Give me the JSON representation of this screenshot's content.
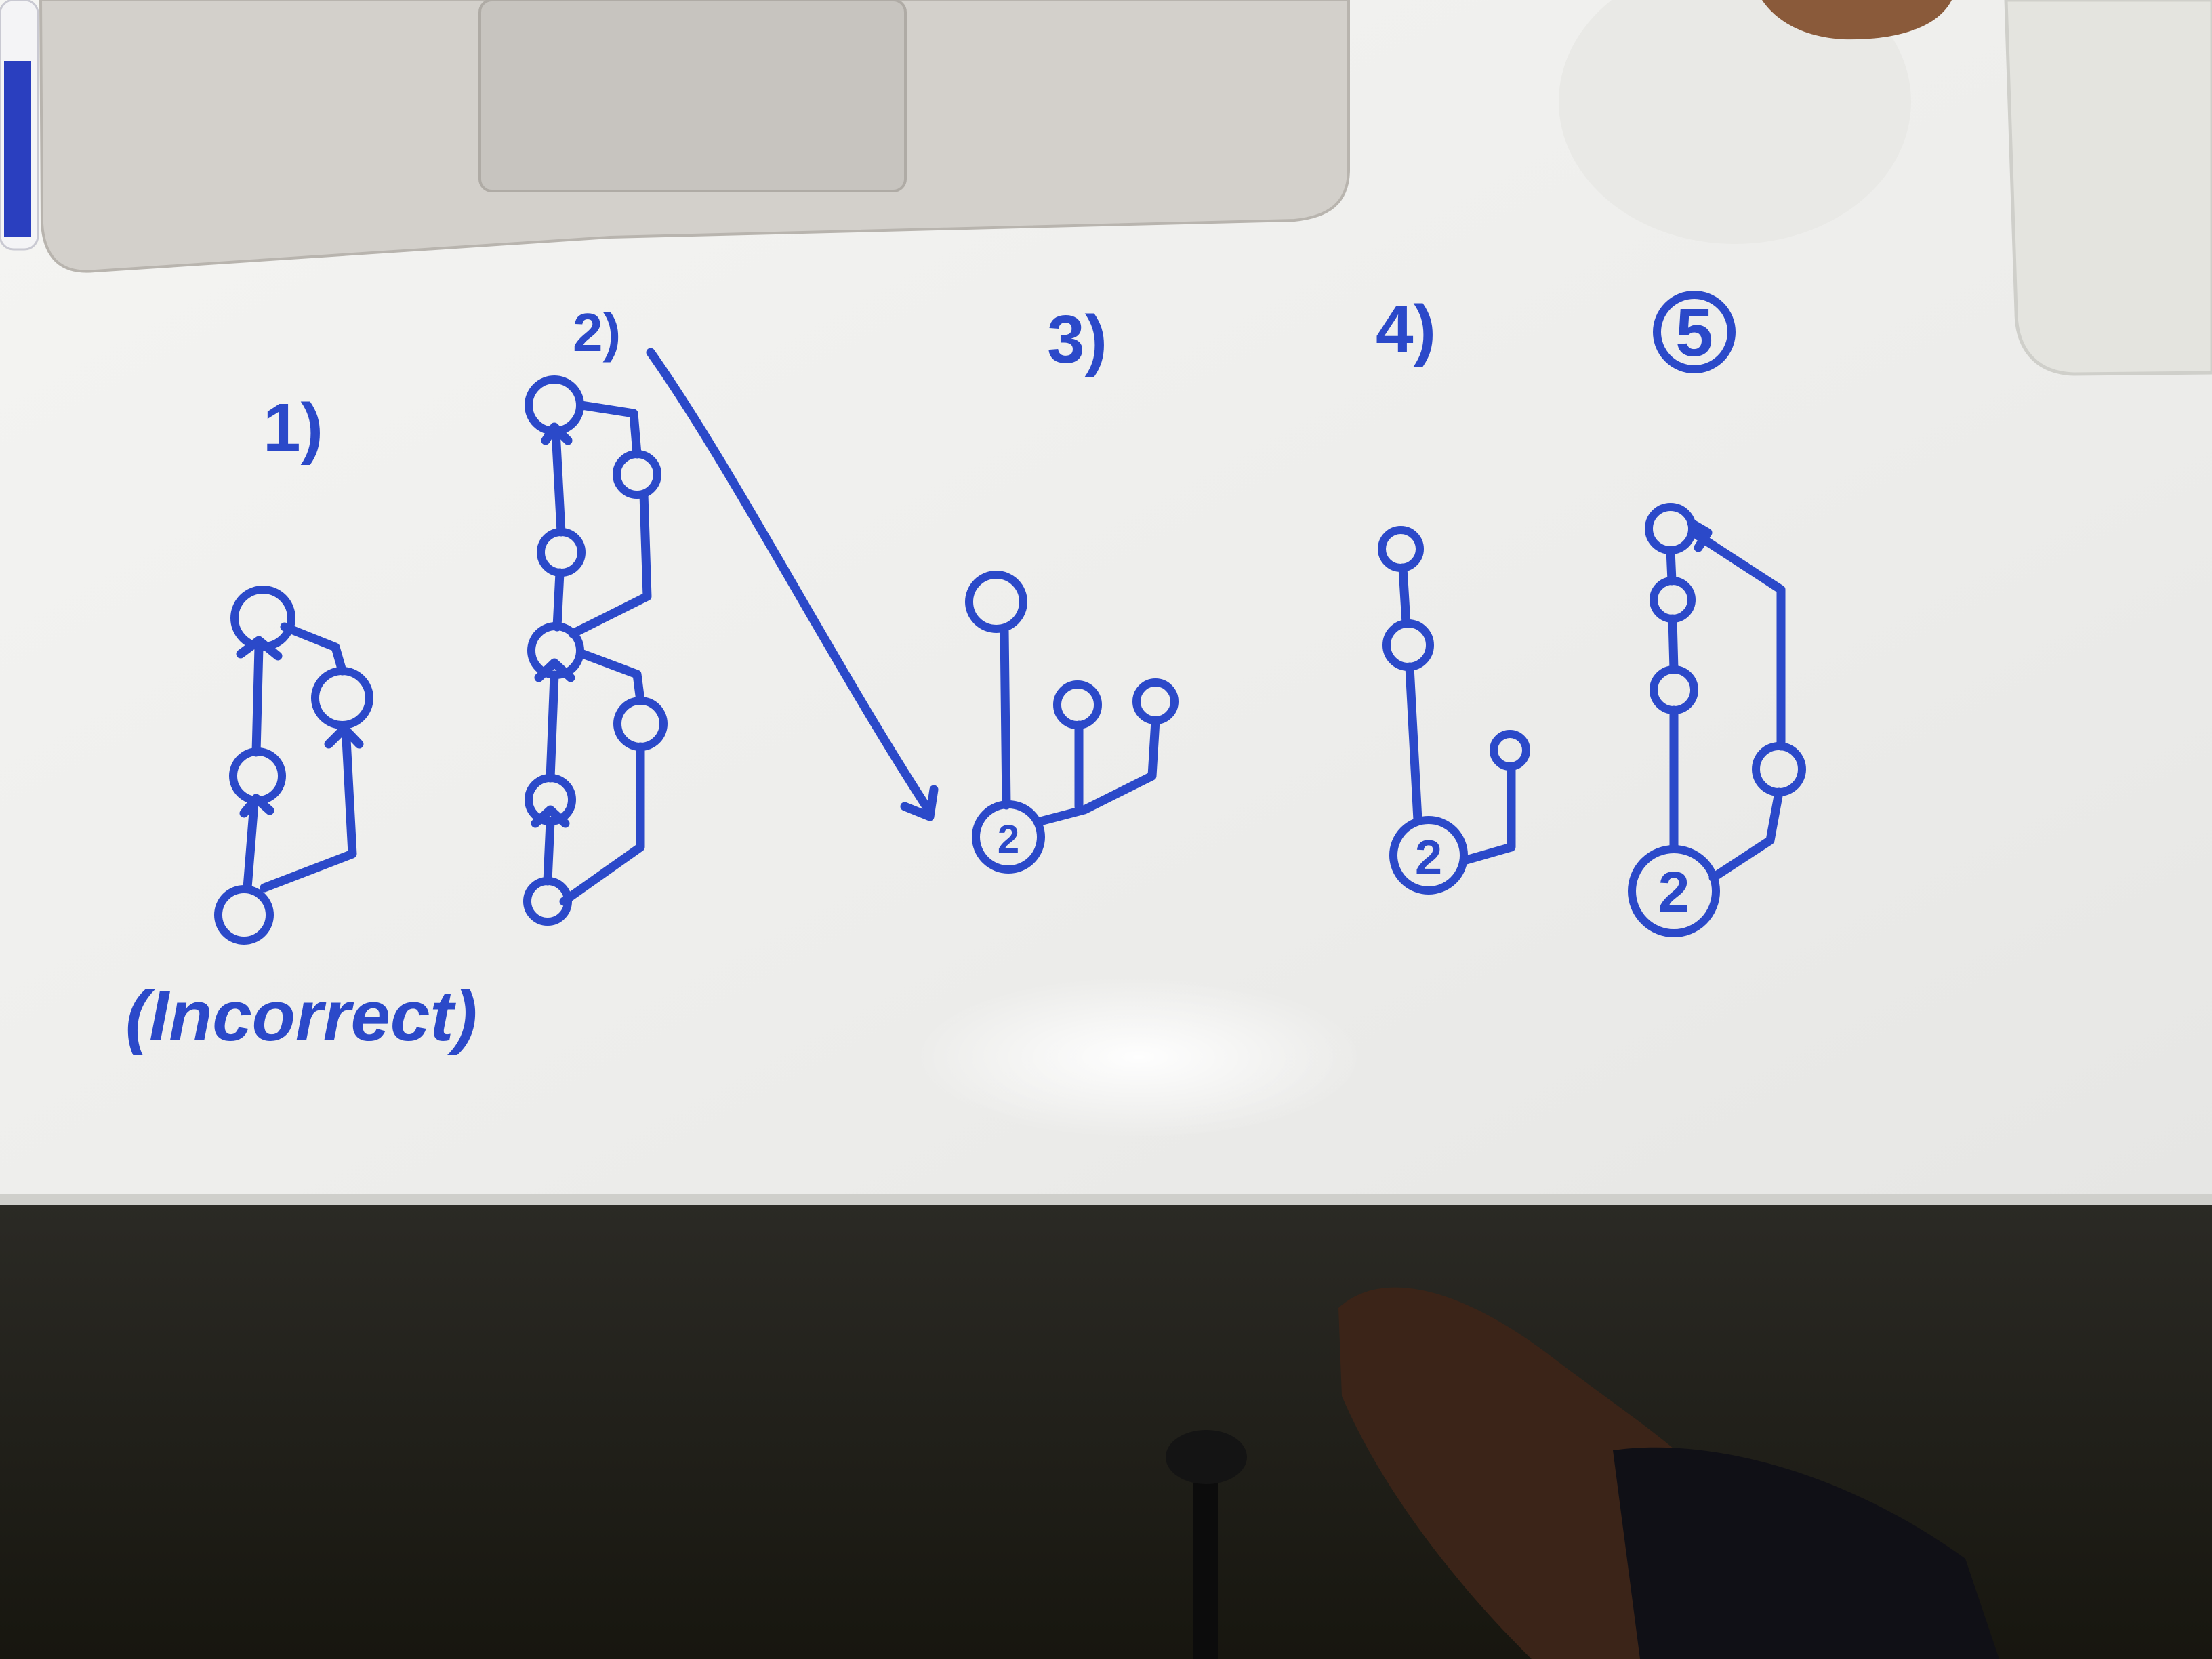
{
  "labels": {
    "d1": "1)",
    "d2": "2)",
    "d3": "3)",
    "d4": "4)",
    "d5": "5",
    "note": "(Incorrect)",
    "n3": "2",
    "n4": "2",
    "n5": "2"
  },
  "colors": {
    "ink": "#2b49c9",
    "board": "#f2f2f0",
    "floor": "#2b2a25",
    "laptop": "#d2cfca"
  }
}
